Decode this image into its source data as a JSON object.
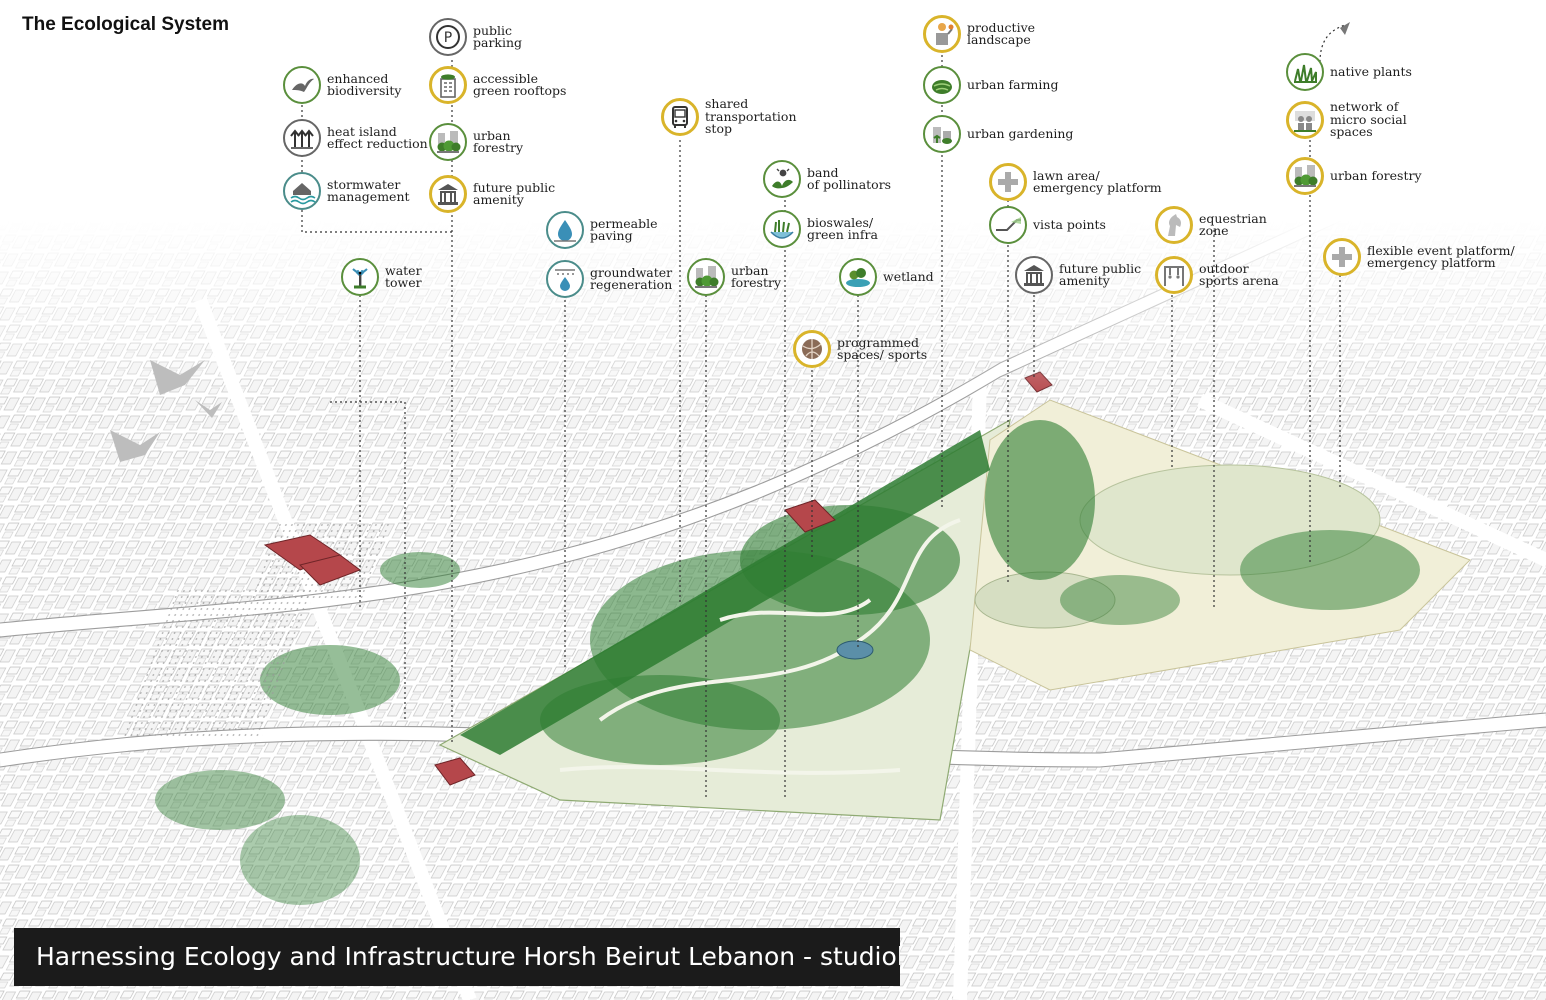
{
  "title": "The Ecological System",
  "caption": "Harnessing Ecology and Infrastructure Horsh Beirut Lebanon - studiolibani.",
  "colors": {
    "tree_green": "#2e7d32",
    "icon_green": "#5a8f3c",
    "icon_gold": "#d9b42a",
    "icon_teal": "#4a8c8a",
    "building_red": "#b5474b",
    "caption_bg": "#1b1b1b"
  },
  "labels": [
    {
      "id": "enhanced-biodiversity",
      "text": "enhanced\nbiodiversity",
      "icon": "bird-icon",
      "style": "green"
    },
    {
      "id": "heat-island",
      "text": "heat island\neffect reduction",
      "icon": "heat-arrows-icon",
      "style": "gray"
    },
    {
      "id": "stormwater",
      "text": "stormwater\nmanagement",
      "icon": "house-water-icon",
      "style": "teal"
    },
    {
      "id": "public-parking",
      "text": "public\nparking",
      "icon": "parking-icon",
      "style": "gray"
    },
    {
      "id": "green-rooftops",
      "text": "accessible\ngreen rooftops",
      "icon": "rooftop-building-icon",
      "style": "gold"
    },
    {
      "id": "urban-forestry-1",
      "text": "urban\nforestry",
      "icon": "forest-icon",
      "style": "green"
    },
    {
      "id": "future-amenity-1",
      "text": "future public\namenity",
      "icon": "institution-icon",
      "style": "gold"
    },
    {
      "id": "water-tower",
      "text": "water\ntower",
      "icon": "water-tower-icon",
      "style": "green"
    },
    {
      "id": "permeable-paving",
      "text": "permeable\npaving",
      "icon": "droplet-icon",
      "style": "teal"
    },
    {
      "id": "groundwater",
      "text": "groundwater\nregeneration",
      "icon": "rain-drop-icon",
      "style": "teal"
    },
    {
      "id": "transport-stop",
      "text": "shared\ntransportation\nstop",
      "icon": "bus-icon",
      "style": "gold"
    },
    {
      "id": "urban-forestry-2",
      "text": "urban\nforestry",
      "icon": "forest-icon",
      "style": "green"
    },
    {
      "id": "pollinators",
      "text": "band\nof pollinators",
      "icon": "bee-flower-icon",
      "style": "green"
    },
    {
      "id": "bioswales",
      "text": "bioswales/\ngreen infra",
      "icon": "bioswale-icon",
      "style": "green"
    },
    {
      "id": "wetland",
      "text": "wetland",
      "icon": "wetland-icon",
      "style": "green"
    },
    {
      "id": "programmed-spaces",
      "text": "programmed\nspaces/ sports",
      "icon": "sports-ball-icon",
      "style": "gold"
    },
    {
      "id": "productive-landscape",
      "text": "productive\nlandscape",
      "icon": "farmer-icon",
      "style": "gold"
    },
    {
      "id": "urban-farming",
      "text": "urban farming",
      "icon": "vegetable-icon",
      "style": "green"
    },
    {
      "id": "urban-gardening",
      "text": "urban gardening",
      "icon": "garden-icon",
      "style": "green"
    },
    {
      "id": "lawn-area",
      "text": "lawn area/\nemergency platform",
      "icon": "medical-cross-icon",
      "style": "gold"
    },
    {
      "id": "vista-points",
      "text": "vista points",
      "icon": "vista-icon",
      "style": "green"
    },
    {
      "id": "future-amenity-2",
      "text": "future public\namenity",
      "icon": "institution-icon",
      "style": "gray"
    },
    {
      "id": "equestrian",
      "text": "equestrian\nzone",
      "icon": "horse-icon",
      "style": "gold"
    },
    {
      "id": "outdoor-sports",
      "text": "outdoor\nsports arena",
      "icon": "gym-bars-icon",
      "style": "gold"
    },
    {
      "id": "native-plants",
      "text": "native plants",
      "icon": "grass-icon",
      "style": "green"
    },
    {
      "id": "social-spaces",
      "text": "network of\nmicro social\nspaces",
      "icon": "people-icon",
      "style": "gold"
    },
    {
      "id": "urban-forestry-3",
      "text": "urban forestry",
      "icon": "forest-icon",
      "style": "gold"
    },
    {
      "id": "event-platform",
      "text": "flexible event platform/\nemergency platform",
      "icon": "medical-cross-icon",
      "style": "gold"
    }
  ]
}
